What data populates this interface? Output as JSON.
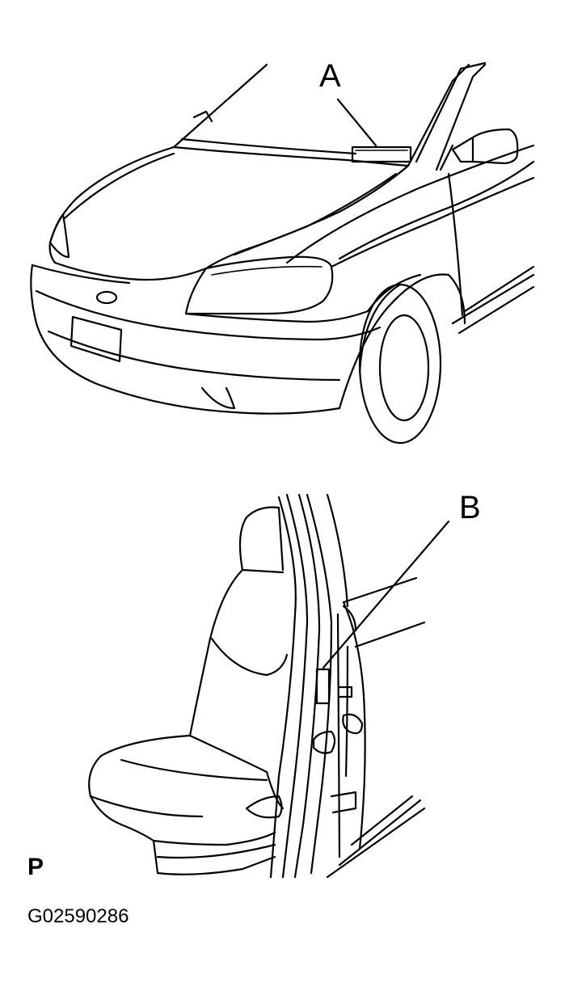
{
  "callouts": {
    "a": "A",
    "b": "B"
  },
  "page_marker": "P",
  "figure_code": "G02590286"
}
